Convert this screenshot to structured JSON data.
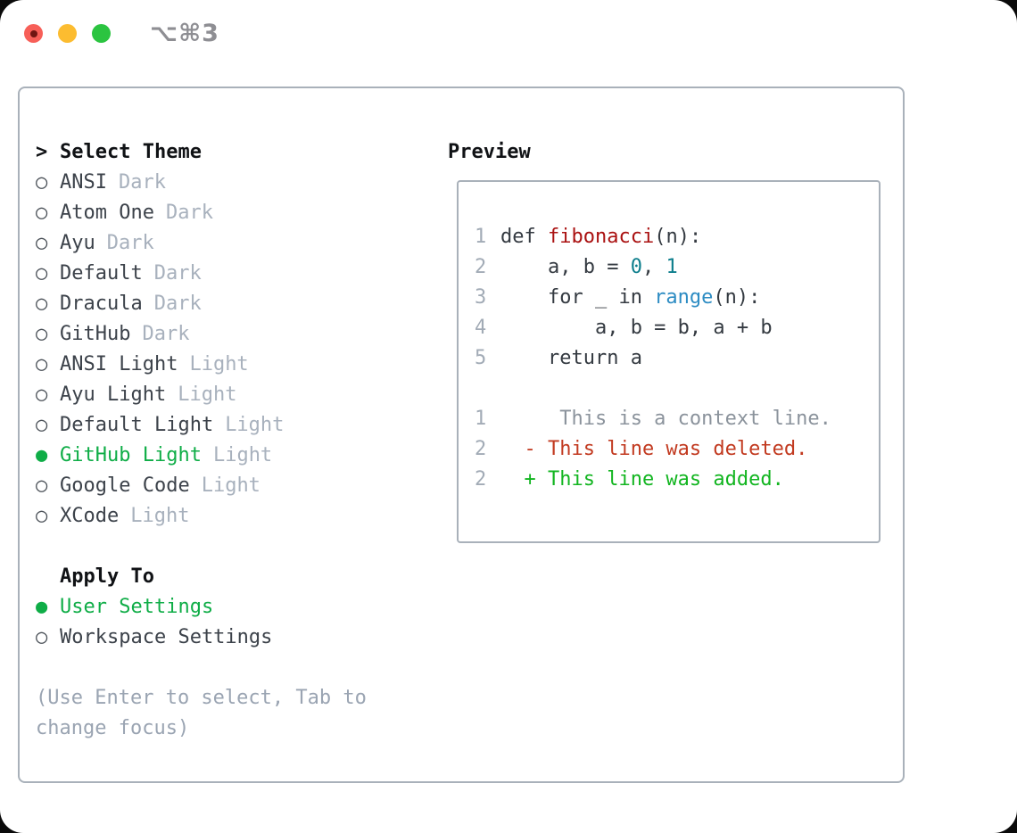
{
  "window": {
    "title": "⌥⌘3",
    "traffic_lights": [
      "close",
      "minimize",
      "zoom"
    ]
  },
  "markers": {
    "header": ">",
    "unselected": "○",
    "selected": "●"
  },
  "theme_panel": {
    "header": "Select Theme",
    "items": [
      {
        "name": "ANSI",
        "tag": "Dark",
        "selected": false
      },
      {
        "name": "Atom One",
        "tag": "Dark",
        "selected": false
      },
      {
        "name": "Ayu",
        "tag": "Dark",
        "selected": false
      },
      {
        "name": "Default",
        "tag": "Dark",
        "selected": false
      },
      {
        "name": "Dracula",
        "tag": "Dark",
        "selected": false
      },
      {
        "name": "GitHub",
        "tag": "Dark",
        "selected": false
      },
      {
        "name": "ANSI Light",
        "tag": "Light",
        "selected": false
      },
      {
        "name": "Ayu Light",
        "tag": "Light",
        "selected": false
      },
      {
        "name": "Default Light",
        "tag": "Light",
        "selected": false
      },
      {
        "name": "GitHub Light",
        "tag": "Light",
        "selected": true
      },
      {
        "name": "Google Code",
        "tag": "Light",
        "selected": false
      },
      {
        "name": "XCode",
        "tag": "Light",
        "selected": false
      }
    ],
    "apply_to": {
      "header": "Apply To",
      "options": [
        {
          "name": "User Settings",
          "selected": true
        },
        {
          "name": "Workspace Settings",
          "selected": false
        }
      ]
    },
    "hint_line1": "(Use Enter to select, Tab to",
    "hint_line2": "change focus)"
  },
  "preview": {
    "header": "Preview",
    "lines": [
      {
        "num": "1",
        "segments": [
          {
            "text": "def ",
            "style": "code"
          },
          {
            "text": "fibonacci",
            "style": "func"
          },
          {
            "text": "(n):",
            "style": "code"
          }
        ]
      },
      {
        "num": "2",
        "segments": [
          {
            "text": "    a, b = ",
            "style": "code"
          },
          {
            "text": "0",
            "style": "num"
          },
          {
            "text": ", ",
            "style": "code"
          },
          {
            "text": "1",
            "style": "num"
          }
        ]
      },
      {
        "num": "3",
        "segments": [
          {
            "text": "    for _ in ",
            "style": "code"
          },
          {
            "text": "range",
            "style": "builtin"
          },
          {
            "text": "(n):",
            "style": "code"
          }
        ]
      },
      {
        "num": "4",
        "segments": [
          {
            "text": "        a, b = b, a + b",
            "style": "code"
          }
        ]
      },
      {
        "num": "5",
        "segments": [
          {
            "text": "    return a",
            "style": "code"
          }
        ]
      },
      {
        "num": "",
        "segments": []
      },
      {
        "num": "1",
        "segments": [
          {
            "text": "     This is a context line.",
            "style": "context"
          }
        ]
      },
      {
        "num": "2",
        "segments": [
          {
            "text": "  - This line was deleted.",
            "style": "del"
          }
        ]
      },
      {
        "num": "2",
        "segments": [
          {
            "text": "  + This line was added.",
            "style": "add"
          }
        ]
      }
    ]
  },
  "colors": {
    "selection_green": "#0fad47",
    "added_green": "#12b520",
    "deleted_red": "#c23a20",
    "function_red": "#aa1111",
    "number_teal": "#0d7e8c",
    "builtin_blue": "#2d8cc3",
    "dim_gray": "#a8b1bd",
    "border_gray": "#a9b1ba",
    "traffic_red": "#f75f58",
    "traffic_yellow": "#fcbc30",
    "traffic_green": "#2bc440"
  }
}
